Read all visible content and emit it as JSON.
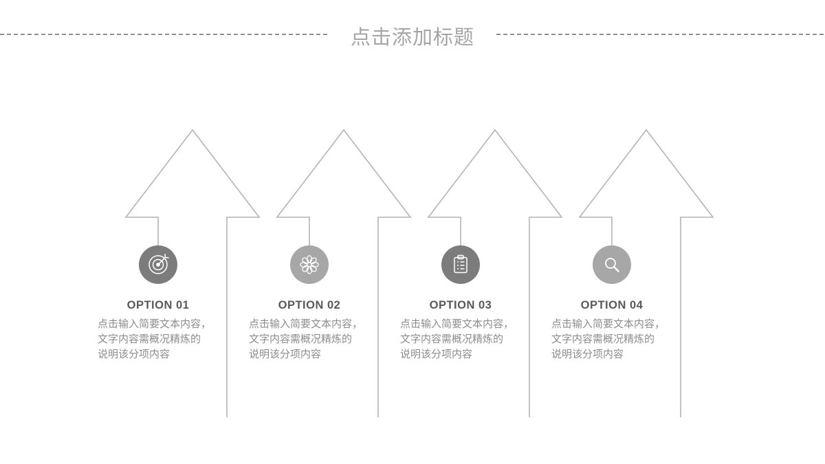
{
  "slide": {
    "title": "点击添加标题",
    "colors": {
      "arrow_outline": "#b4b4b4",
      "title_text": "#a5a5a5",
      "dash_line": "#8f8f8f",
      "option_label_text": "#595959",
      "body_text": "#8c8c8c",
      "circle_dark": "#7c7c7c",
      "circle_light": "#a7a7a7",
      "icon_glyph": "#ffffff"
    },
    "options": [
      {
        "label": "OPTION 01",
        "icon": "target-dart-icon",
        "circle_color": "#7c7c7c",
        "body_lines": [
          "点击输入简要文本内容，",
          "文字内容需概况精炼的",
          "说明该分项内容"
        ]
      },
      {
        "label": "OPTION 02",
        "icon": "flower-icon",
        "circle_color": "#a7a7a7",
        "body_lines": [
          "点击输入简要文本内容，",
          "文字内容需概况精炼的",
          "说明该分项内容"
        ]
      },
      {
        "label": "OPTION 03",
        "icon": "clipboard-list-icon",
        "circle_color": "#7c7c7c",
        "body_lines": [
          "点击输入简要文本内容，",
          "文字内容需概况精炼的",
          "说明该分项内容"
        ]
      },
      {
        "label": "OPTION 04",
        "icon": "magnifier-icon",
        "circle_color": "#a7a7a7",
        "body_lines": [
          "点击输入简要文本内容，",
          "文字内容需概况精炼的",
          "说明该分项内容"
        ]
      }
    ]
  }
}
